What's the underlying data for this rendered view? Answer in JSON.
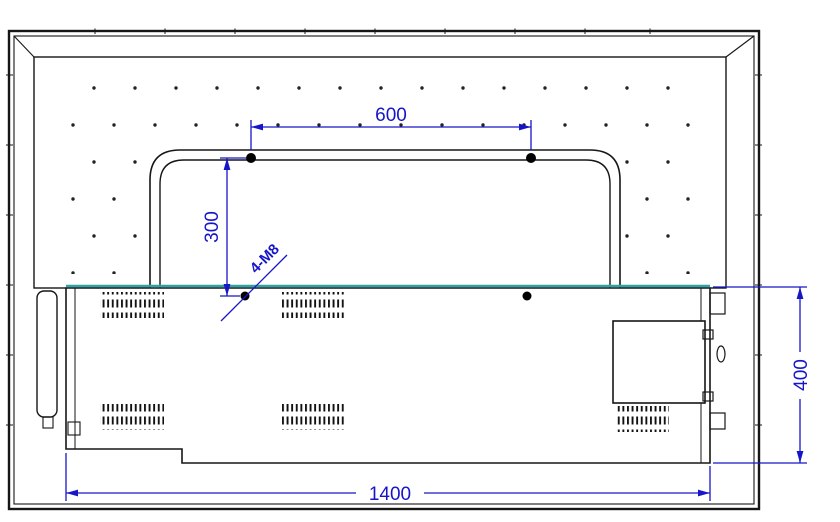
{
  "title": "display-rear-dimension-drawing",
  "annotations": {
    "vesa_horizontal_mm": "600",
    "vesa_vertical_mm": "300",
    "mount_hole_spec": "4-M8",
    "bottom_width_mm": "1400",
    "right_height_mm": "400"
  },
  "colors": {
    "outline": "#161616",
    "dimension_blue": "#1616c8",
    "accent_teal": "#2fa3a3",
    "background": "#ffffff"
  }
}
